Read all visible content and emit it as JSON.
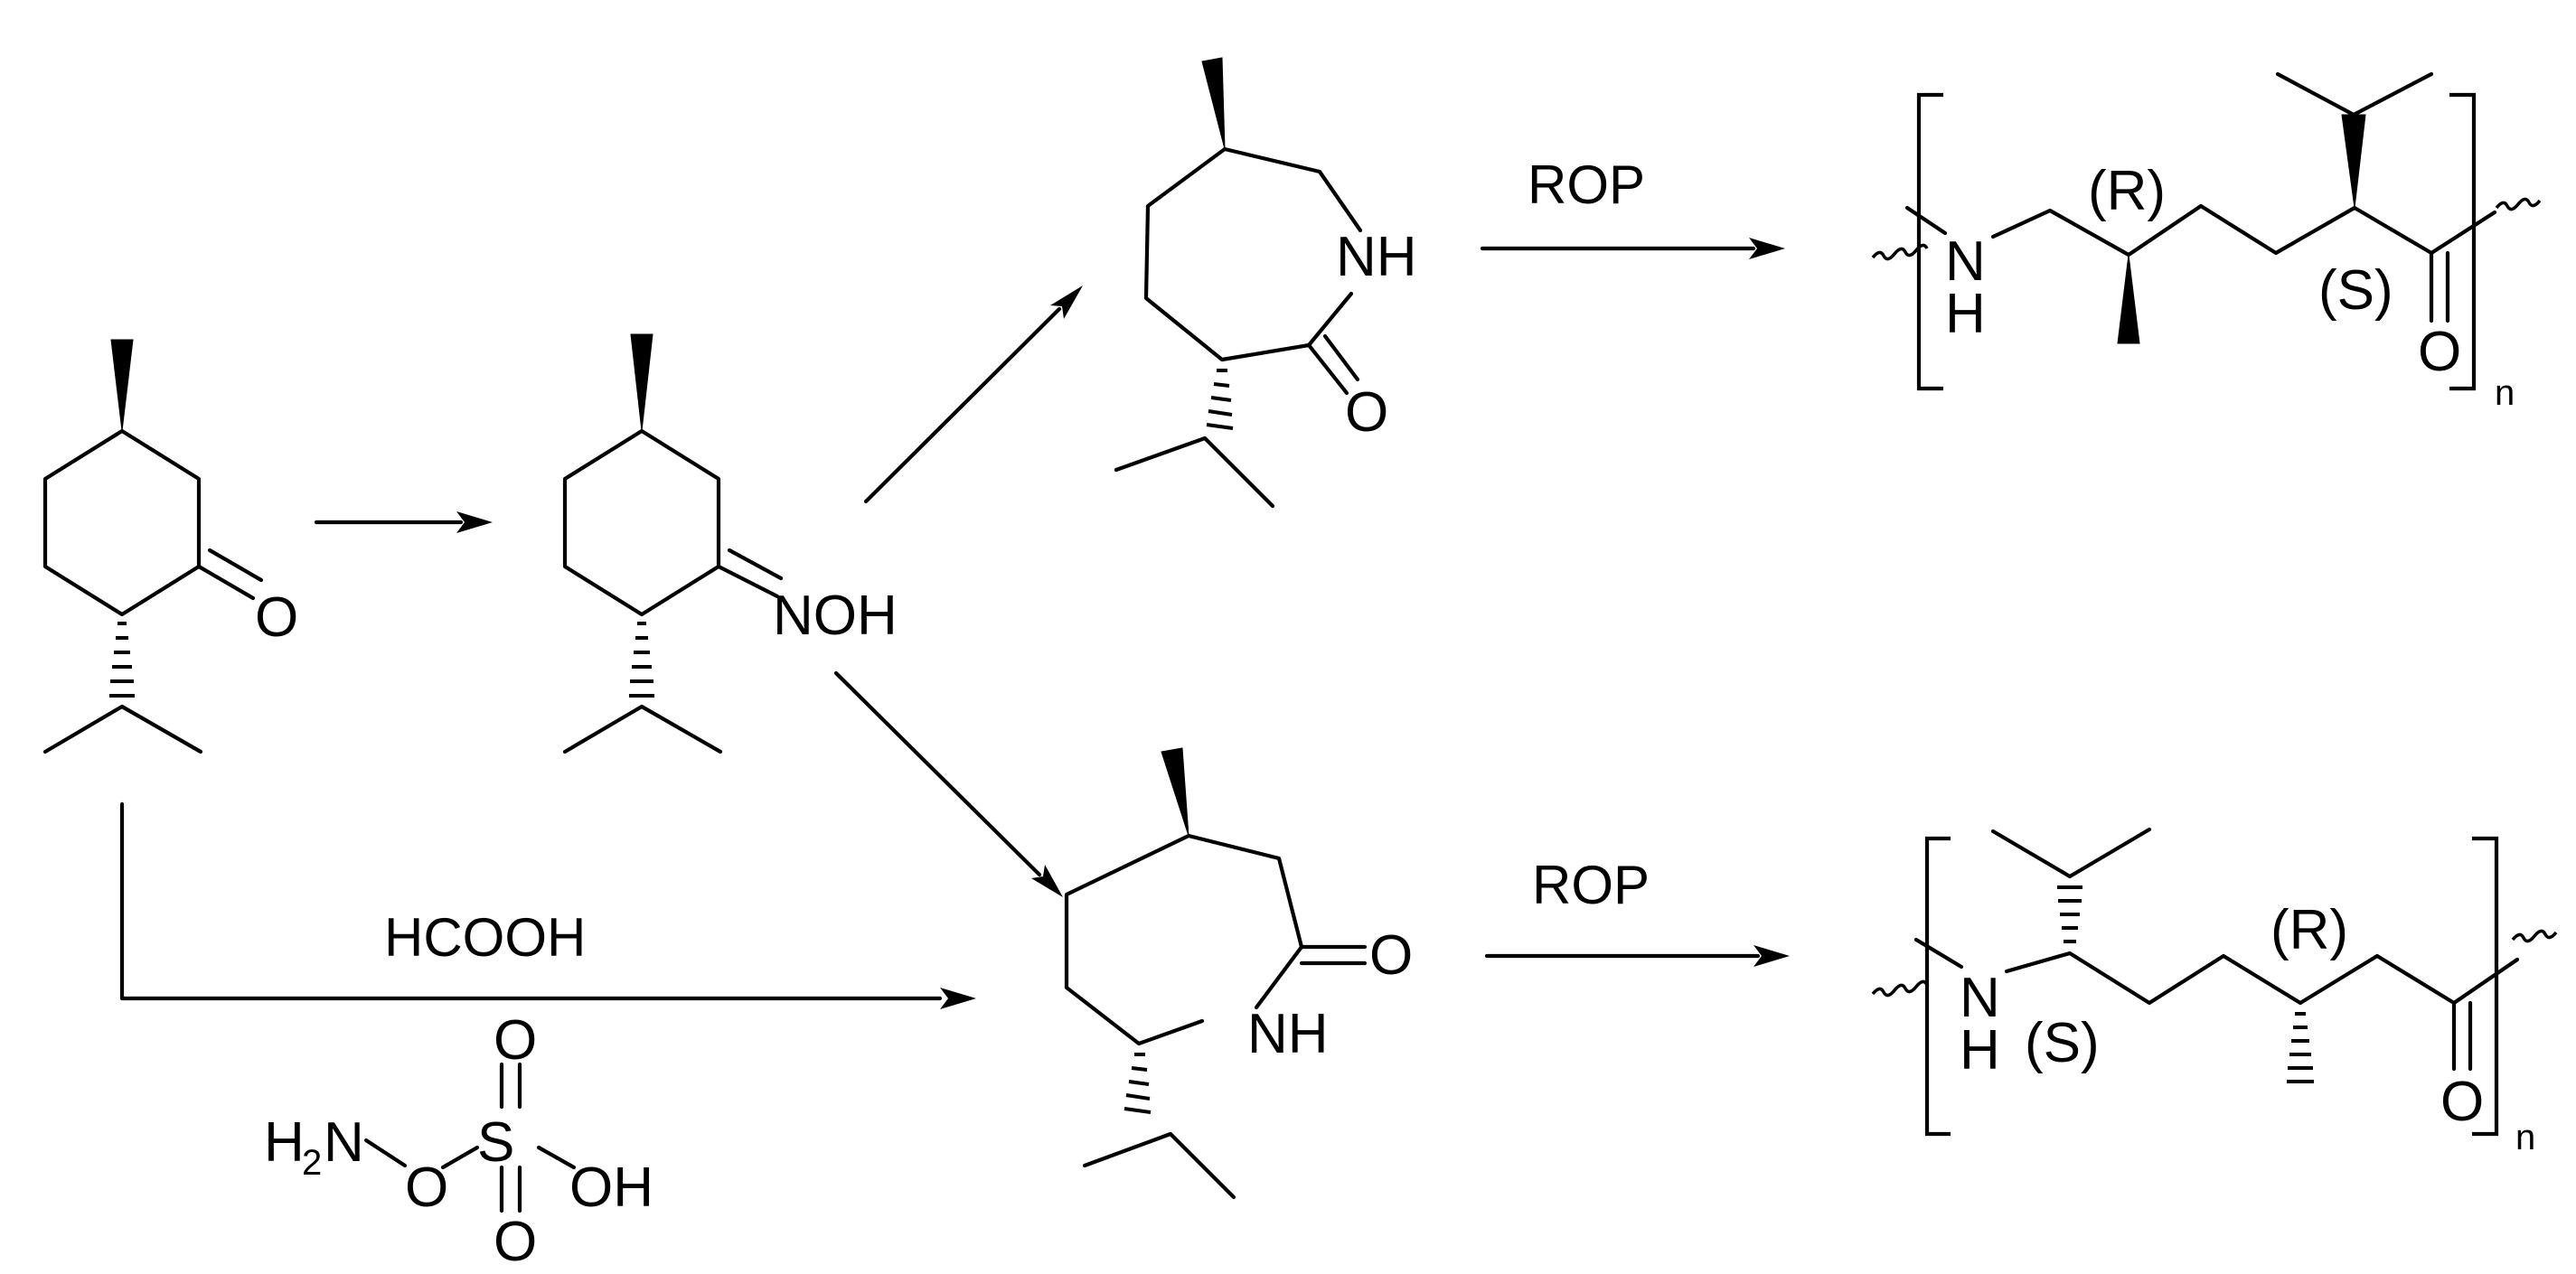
{
  "labels": {
    "ketone_O": "O",
    "oxime_NOH": "NOH",
    "lactam1_NH": "NH",
    "lactam1_O": "O",
    "lactam2_O": "O",
    "lactam2_NH": "NH",
    "arrow1_rop": "ROP",
    "arrow2_rop": "ROP",
    "reagent_hcooh": "HCOOH",
    "hosa_H": "H",
    "hosa_2": "2",
    "hosa_N": "N",
    "hosa_O_link": "O",
    "hosa_S": "S",
    "hosa_O_top": "O",
    "hosa_O_bottom": "O",
    "hosa_OH": "OH",
    "poly1_N": "N",
    "poly1_H": "H",
    "poly1_R": "(R)",
    "poly1_S": "(S)",
    "poly1_O": "O",
    "poly1_n": "n",
    "poly2_N": "N",
    "poly2_H": "H",
    "poly2_S": "(S)",
    "poly2_R": "(R)",
    "poly2_O": "O",
    "poly2_n": "n"
  }
}
